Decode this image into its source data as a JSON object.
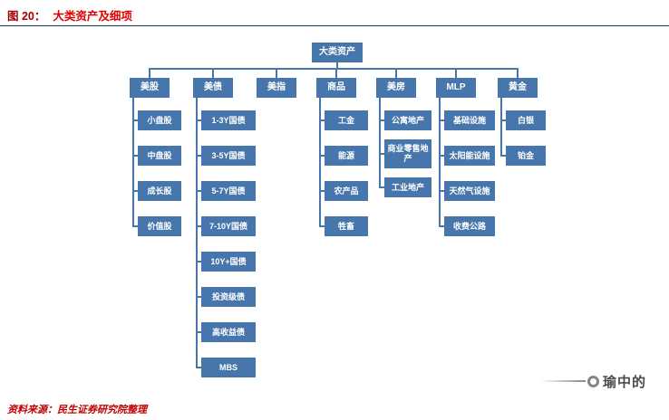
{
  "header": {
    "figure_label": "图 20：",
    "figure_title": "大类资产及细项"
  },
  "footer": {
    "source": "资料来源：民生证券研究院整理"
  },
  "watermark": {
    "text": "瑜中的"
  },
  "colors": {
    "node_fill": "#4776AC",
    "connector": "#4776AC",
    "label_red": "#A50000",
    "title_red": "#E00000",
    "source_red": "#C00000",
    "watermark_gray": "#4A4A4A"
  },
  "tree": {
    "root": "大类资产",
    "groups": [
      {
        "label": "美股",
        "children": [
          "小盘股",
          "中盘股",
          "成长股",
          "价值股"
        ]
      },
      {
        "label": "美债",
        "children": [
          "1-3Y国债",
          "3-5Y国债",
          "5-7Y国债",
          "7-10Y国债",
          "10Y+国债",
          "投资级债",
          "高收益债",
          "MBS"
        ]
      },
      {
        "label": "美指",
        "children": []
      },
      {
        "label": "商品",
        "children": [
          "工金",
          "能源",
          "农产品",
          "牲畜"
        ]
      },
      {
        "label": "美房",
        "children": [
          "公寓地产",
          "商业零售地产",
          "工业地产"
        ]
      },
      {
        "label": "MLP",
        "children": [
          "基础设施",
          "太阳能设施",
          "天然气设施",
          "收费公路"
        ]
      },
      {
        "label": "黄金",
        "children": [
          "白银",
          "铂金"
        ]
      }
    ]
  }
}
